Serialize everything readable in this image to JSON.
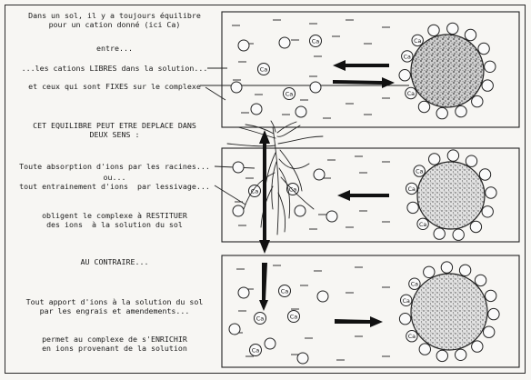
{
  "text": {
    "intro": "Dans un sol, il y a toujours équilibre\npour un cation donné (ici Ca)",
    "entre": "entre...",
    "libres": "...les cations LIBRES dans la solution...",
    "fixes": "et ceux qui sont FIXES sur le complexe",
    "equilibre": "CET EQUILIBRE PEUT ETRE DEPLACE DANS\nDEUX SENS :",
    "absorption": "Toute absorption d'ions par les racines...",
    "ou": "ou...",
    "lessivage": "tout entrainement d'ions  par lessivage...",
    "restituer": "obligent le complexe à RESTITUER\ndes ions  à la solution du sol",
    "contraire": "AU CONTRAIRE...",
    "apport": "Tout apport d'ions à la solution du sol\npar les engrais et amendements...",
    "enrichir": "permet au complexe de s'ENRICHIR\nen ions provenant de la solution"
  },
  "labels": {
    "cation": "Ca"
  }
}
